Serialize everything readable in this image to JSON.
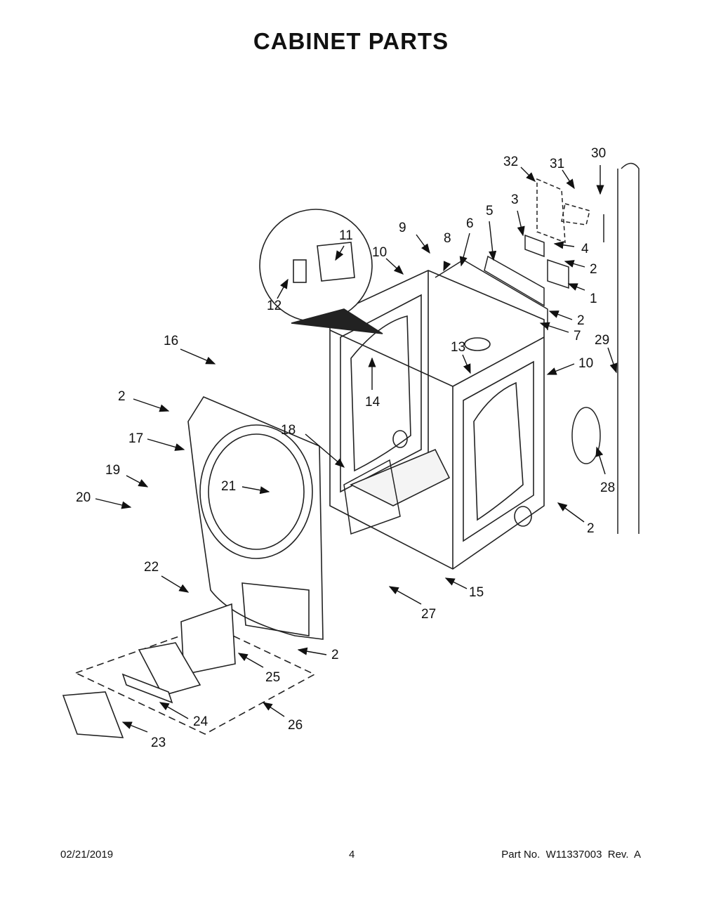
{
  "title": "CABINET PARTS",
  "callouts": [
    {
      "id": "c32",
      "label": "32"
    },
    {
      "id": "c31",
      "label": "31"
    },
    {
      "id": "c30",
      "label": "30"
    },
    {
      "id": "c3",
      "label": "3"
    },
    {
      "id": "c5",
      "label": "5"
    },
    {
      "id": "c4",
      "label": "4"
    },
    {
      "id": "c2a",
      "label": "2"
    },
    {
      "id": "c1",
      "label": "1"
    },
    {
      "id": "c2b",
      "label": "2"
    },
    {
      "id": "c7",
      "label": "7"
    },
    {
      "id": "c9",
      "label": "9"
    },
    {
      "id": "c8",
      "label": "8"
    },
    {
      "id": "c6",
      "label": "6"
    },
    {
      "id": "c10a",
      "label": "10"
    },
    {
      "id": "c11",
      "label": "11"
    },
    {
      "id": "c12",
      "label": "12"
    },
    {
      "id": "c13",
      "label": "13"
    },
    {
      "id": "c14",
      "label": "14"
    },
    {
      "id": "c10b",
      "label": "10"
    },
    {
      "id": "c29",
      "label": "29"
    },
    {
      "id": "c16",
      "label": "16"
    },
    {
      "id": "c2c",
      "label": "2"
    },
    {
      "id": "c17",
      "label": "17"
    },
    {
      "id": "c18",
      "label": "18"
    },
    {
      "id": "c19",
      "label": "19"
    },
    {
      "id": "c21",
      "label": "21"
    },
    {
      "id": "c20",
      "label": "20"
    },
    {
      "id": "c28",
      "label": "28"
    },
    {
      "id": "c2d",
      "label": "2"
    },
    {
      "id": "c22",
      "label": "22"
    },
    {
      "id": "c15",
      "label": "15"
    },
    {
      "id": "c27",
      "label": "27"
    },
    {
      "id": "c2e",
      "label": "2"
    },
    {
      "id": "c25",
      "label": "25"
    },
    {
      "id": "c24",
      "label": "24"
    },
    {
      "id": "c26",
      "label": "26"
    },
    {
      "id": "c23",
      "label": "23"
    }
  ],
  "footer": {
    "date": "02/21/2019",
    "page": "4",
    "part_number": "Part No.  W11337003  Rev.  A"
  }
}
